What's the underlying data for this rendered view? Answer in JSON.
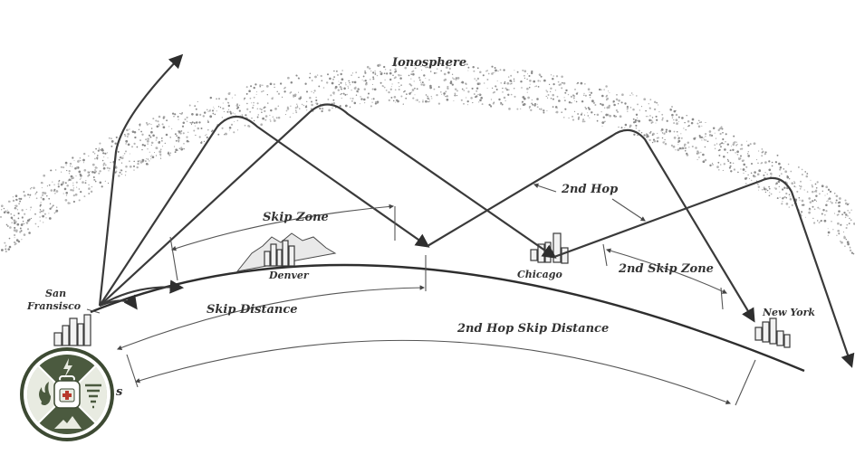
{
  "labels": {
    "ionosphere": "Ionosphere",
    "skip_zone": "Skip Zone",
    "skip_distance": "Skip Distance",
    "second_hop": "2nd Hop",
    "second_skip_zone": "2nd Skip Zone",
    "second_hop_skip_distance": "2nd Hop Skip Distance",
    "denver": "Denver",
    "chicago": "Chicago",
    "san_francisco_line1": "San",
    "san_francisco_line2": "Fransisco",
    "new_york": "New York",
    "partial_text": "s"
  },
  "colors": {
    "badge_ring": "#3d4a33",
    "badge_sage": "#8f9d80",
    "badge_light": "#e8ebe1",
    "badge_dark": "#4b5a3f",
    "badge_red": "#b83a2c"
  }
}
